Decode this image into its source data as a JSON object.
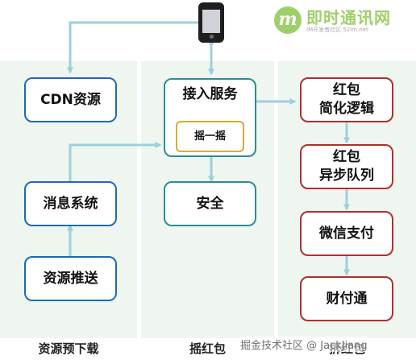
{
  "columns": {
    "resource_predownload": "资源预下载",
    "shake_red_packet": "摇红包",
    "open_red_packet": "拆红包"
  },
  "nodes": {
    "cdn_resources": "CDN资源",
    "message_system": "消息系统",
    "resource_push": "资源推送",
    "access_service": "接入服务",
    "shake": "摇一摇",
    "security": "安全",
    "red_packet_simplified_logic": "红包\n简化逻辑",
    "red_packet_async_queue": "红包\n异步队列",
    "wechat_pay": "微信支付",
    "tenpay": "财付通"
  },
  "logo": {
    "name": "即时通讯网",
    "subtitle": "IM开发者社区 52im.net"
  },
  "watermark": "掘金技术社区 @ JackJiang",
  "colors": {
    "column_bg": "#eef6ef",
    "blue_border": "#1e69b8",
    "teal_border": "#2a8d96",
    "red_border": "#b22e30",
    "orange_border": "#e2a636",
    "connector": "#9dd0db",
    "logo_green": "#9fcf6a"
  }
}
